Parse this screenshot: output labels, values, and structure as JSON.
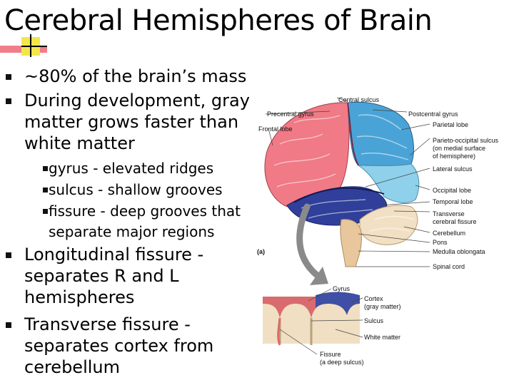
{
  "slide": {
    "title": "Cerebral Hemispheres of Brain",
    "bullets": [
      "~80% of the brain’s mass",
      "During development, gray matter grows faster than white matter",
      "Longitudinal fissure - separates R and L hemispheres",
      "Transverse fissure - separates cortex from cerebellum"
    ],
    "sub_bullets": [
      "gyrus - elevated ridges",
      "sulcus - shallow grooves",
      "fissure - deep grooves that separate major regions"
    ]
  },
  "figure": {
    "labels": {
      "central_sulcus": "Central sulcus",
      "precentral_gyrus": "Precentral gyrus",
      "postcentral_gyrus": "Postcentral gyrus",
      "frontal_lobe": "Frontal lobe",
      "parietal_lobe": "Parietal lobe",
      "parieto_occipital_1": "Parieto-occipital sulcus",
      "parieto_occipital_2": "(on medial surface",
      "parieto_occipital_3": "of hemisphere)",
      "lateral_sulcus": "Lateral sulcus",
      "occipital_lobe": "Occipital lobe",
      "temporal_lobe": "Temporal lobe",
      "transverse_1": "Transverse",
      "transverse_2": "cerebral fissure",
      "cerebellum": "Cerebellum",
      "pons": "Pons",
      "medulla": "Medulla oblongata",
      "spinal_cord": "Spinal cord",
      "panel_a": "(a)",
      "gyrus": "Gyrus",
      "cortex_1": "Cortex",
      "cortex_2": "(gray matter)",
      "sulcus": "Sulcus",
      "white_matter": "White matter",
      "fissure_1": "Fissure",
      "fissure_2": "(a deep sulcus)"
    },
    "colors": {
      "frontal": "#f07a86",
      "parietal": "#4aa3d6",
      "occipital": "#8fd0ea",
      "temporal": "#2f3f9a",
      "cerebellum": "#f2e0c4",
      "brainstem": "#e9c79c",
      "arrow": "#8a8a8a"
    }
  }
}
